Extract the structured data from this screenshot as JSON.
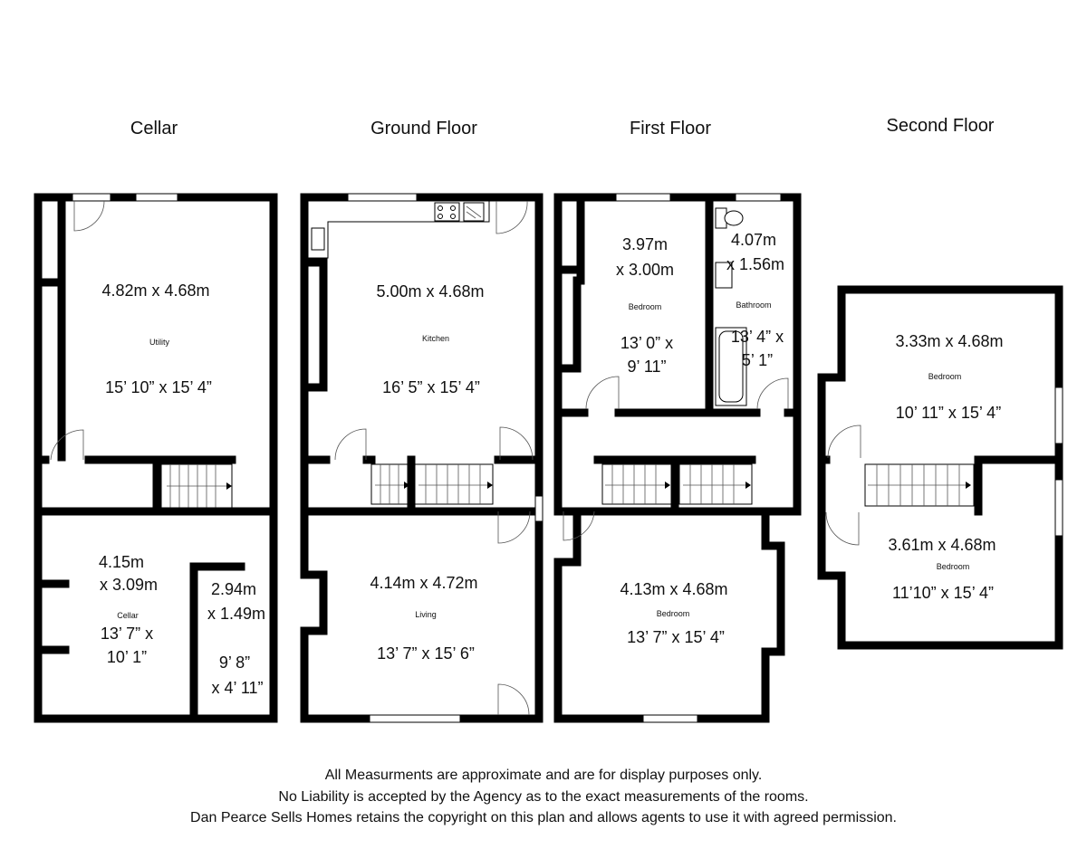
{
  "floors": {
    "cellar": {
      "title": "Cellar",
      "utility": {
        "dim_m": "4.82m x 4.68m",
        "name": "Utility",
        "dim_ft": "15’ 10” x 15’ 4”"
      },
      "cellar_room": {
        "dim_m_1": "4.15m",
        "dim_m_2": "x 3.09m",
        "name": "Cellar",
        "dim_ft_1": "13’ 7” x",
        "dim_ft_2": "10’ 1”"
      },
      "store": {
        "dim_m_1": "2.94m",
        "dim_m_2": "x 1.49m",
        "dim_ft_1": "9’ 8”",
        "dim_ft_2": "x 4’ 11”"
      }
    },
    "ground": {
      "title": "Ground Floor",
      "kitchen": {
        "dim_m": "5.00m x 4.68m",
        "name": "Kitchen",
        "dim_ft": "16’ 5” x 15’ 4”"
      },
      "living": {
        "dim_m": "4.14m x 4.72m",
        "name": "Living",
        "dim_ft": "13’ 7” x 15’ 6”"
      }
    },
    "first": {
      "title": "First Floor",
      "bedroom_back": {
        "dim_m_1": "3.97m",
        "dim_m_2": "x 3.00m",
        "name": "Bedroom",
        "dim_ft_1": "13’ 0” x",
        "dim_ft_2": "9’ 11”"
      },
      "bathroom": {
        "dim_m_1": "4.07m",
        "dim_m_2": "x 1.56m",
        "name": "Bathroom",
        "dim_ft_1": "13’ 4” x",
        "dim_ft_2": "5’ 1”"
      },
      "bedroom_front": {
        "dim_m": "4.13m x 4.68m",
        "name": "Bedroom",
        "dim_ft": "13’ 7” x 15’ 4”"
      }
    },
    "second": {
      "title": "Second Floor",
      "bedroom_back": {
        "dim_m": "3.33m x 4.68m",
        "name": "Bedroom",
        "dim_ft": "10’ 11” x 15’ 4”"
      },
      "bedroom_front": {
        "dim_m": "3.61m x 4.68m",
        "name": "Bedroom",
        "dim_ft": "11’10” x 15’ 4”"
      }
    }
  },
  "disclaimer": {
    "line1": "All Measurments are approximate and are for display purposes only.",
    "line2": "No Liability is accepted by the Agency as to the exact measurements of the rooms.",
    "line3": "Dan Pearce Sells Homes retains the copyright on this plan and allows agents to use it with agreed permission."
  },
  "colors": {
    "wall": "#000000",
    "background": "#ffffff",
    "text": "#111111"
  }
}
